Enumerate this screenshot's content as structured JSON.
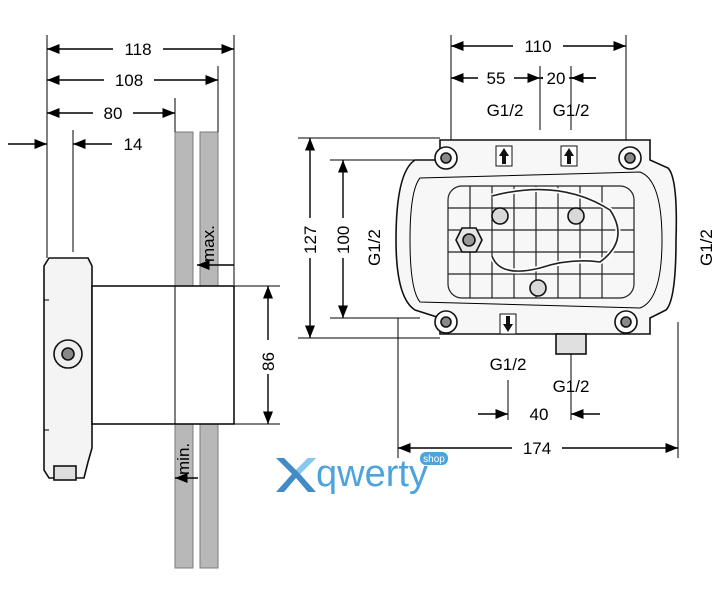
{
  "side_view": {
    "dim_118": "118",
    "dim_108": "108",
    "dim_80": "80",
    "dim_14": "14",
    "dim_86": "86",
    "label_max": "max.",
    "label_min": "min."
  },
  "front_view": {
    "dim_110": "110",
    "dim_55": "55",
    "dim_20": "20",
    "port_top_left": "G1/2",
    "port_top_right": "G1/2",
    "dim_127": "127",
    "dim_100": "100",
    "port_left": "G1/2",
    "port_right": "G1/2",
    "port_bottom_left": "G1/2",
    "port_bottom_right": "G1/2",
    "dim_40": "40",
    "dim_174": "174"
  },
  "watermark": {
    "brand": "qwerty",
    "badge": "shop"
  },
  "colors": {
    "wall": "#b8b8b8",
    "brand_blue": "#3a9ad9"
  }
}
